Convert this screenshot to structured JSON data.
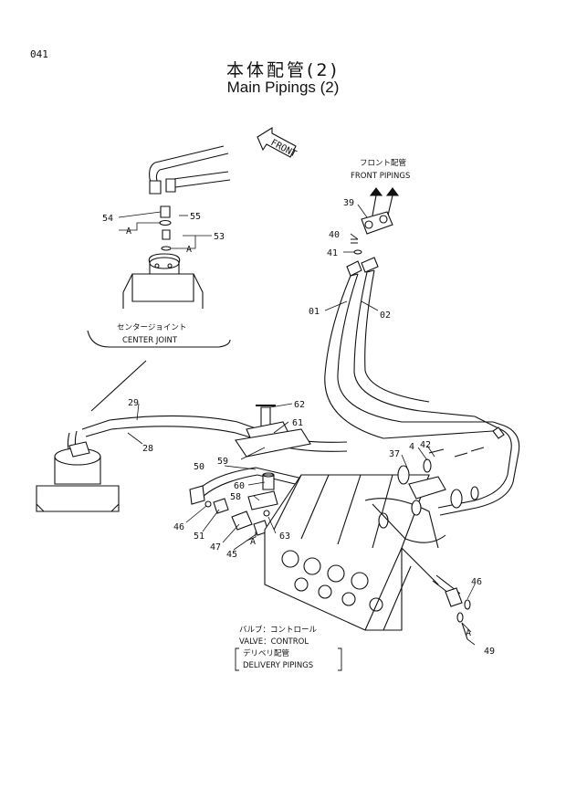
{
  "page_number": "041",
  "title_jp": "本体配管(2)",
  "title_en": "Main Pipings (2)",
  "front_arrow": "FRONT",
  "captions": {
    "front_jp": "フロント配管",
    "front_en": "FRONT PIPINGS",
    "center_jp": "センタージョイント",
    "center_en": "CENTER JOINT",
    "valve_jp": "バルブ：コントロール",
    "valve_en": "VALVE：CONTROL",
    "delivery_jp": "デリベリ配管",
    "delivery_en": "DELIVERY PIPINGS"
  },
  "callouts": {
    "c54": "54",
    "c55": "55",
    "cA1": "A",
    "c53": "53",
    "cA2": "A",
    "c39": "39",
    "c40": "40",
    "c41": "41",
    "c01": "01",
    "c02": "02",
    "c62": "62",
    "c61": "61",
    "c29": "29",
    "c28": "28",
    "c59": "59",
    "c50": "50",
    "c60": "60",
    "c58": "58",
    "c46a": "46",
    "c51": "51",
    "c47": "47",
    "c45": "45",
    "cA3": "A",
    "c63": "63",
    "c37": "37",
    "c4": "4",
    "c42": "42",
    "c46b": "46",
    "cA4": "A",
    "c49": "49"
  }
}
